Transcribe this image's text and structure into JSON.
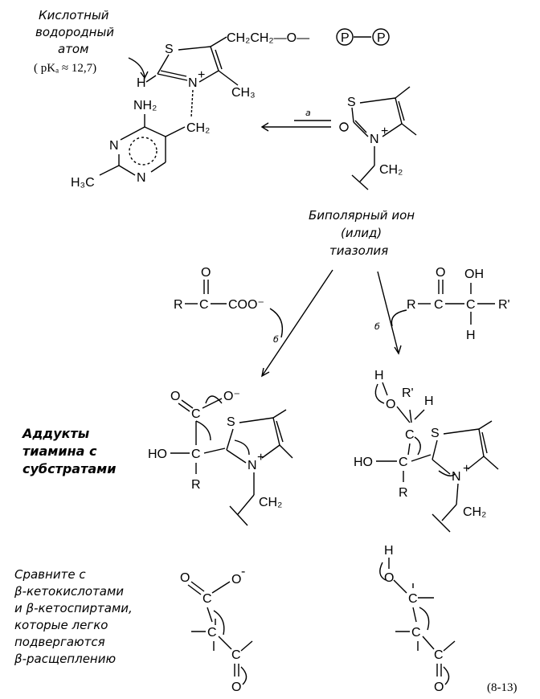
{
  "labels": {
    "acid_h_1": "Кислотный",
    "acid_h_2": "водородный",
    "acid_h_3": "атом",
    "acid_h_4": "( pKₐ ≈ 12,7)",
    "ylide_1": "Биполярный ион",
    "ylide_2": "(илид)",
    "ylide_3": "тиазолия",
    "adducts_1": "Аддукты",
    "adducts_2": "тиамина с",
    "adducts_3": "субстратами",
    "compare_1": "Сравните с",
    "compare_2": "β-кетокислотами",
    "compare_3": "и β-кетоспиртами,",
    "compare_4": "которые легко",
    "compare_5": "подвергаются",
    "compare_6": "β-расщеплению",
    "equation_number": "(8-13)"
  },
  "arrows": {
    "a": "a",
    "b_left": "б",
    "b_right": "б"
  },
  "atoms": {
    "S": "S",
    "N": "N",
    "H": "H",
    "O": "O",
    "C": "C",
    "R": "R",
    "R_prime": "R'",
    "P": "P",
    "NH2": "NH₂",
    "CH2": "CH₂",
    "CH3": "CH₃",
    "H3C": "H₃C",
    "HO": "HO",
    "OH": "OH",
    "COO_minus": "COO⁻",
    "side_chain": "CH₂CH₂—O—",
    "O_minus": "O⁻",
    "minus": "-",
    "plus": "+"
  }
}
